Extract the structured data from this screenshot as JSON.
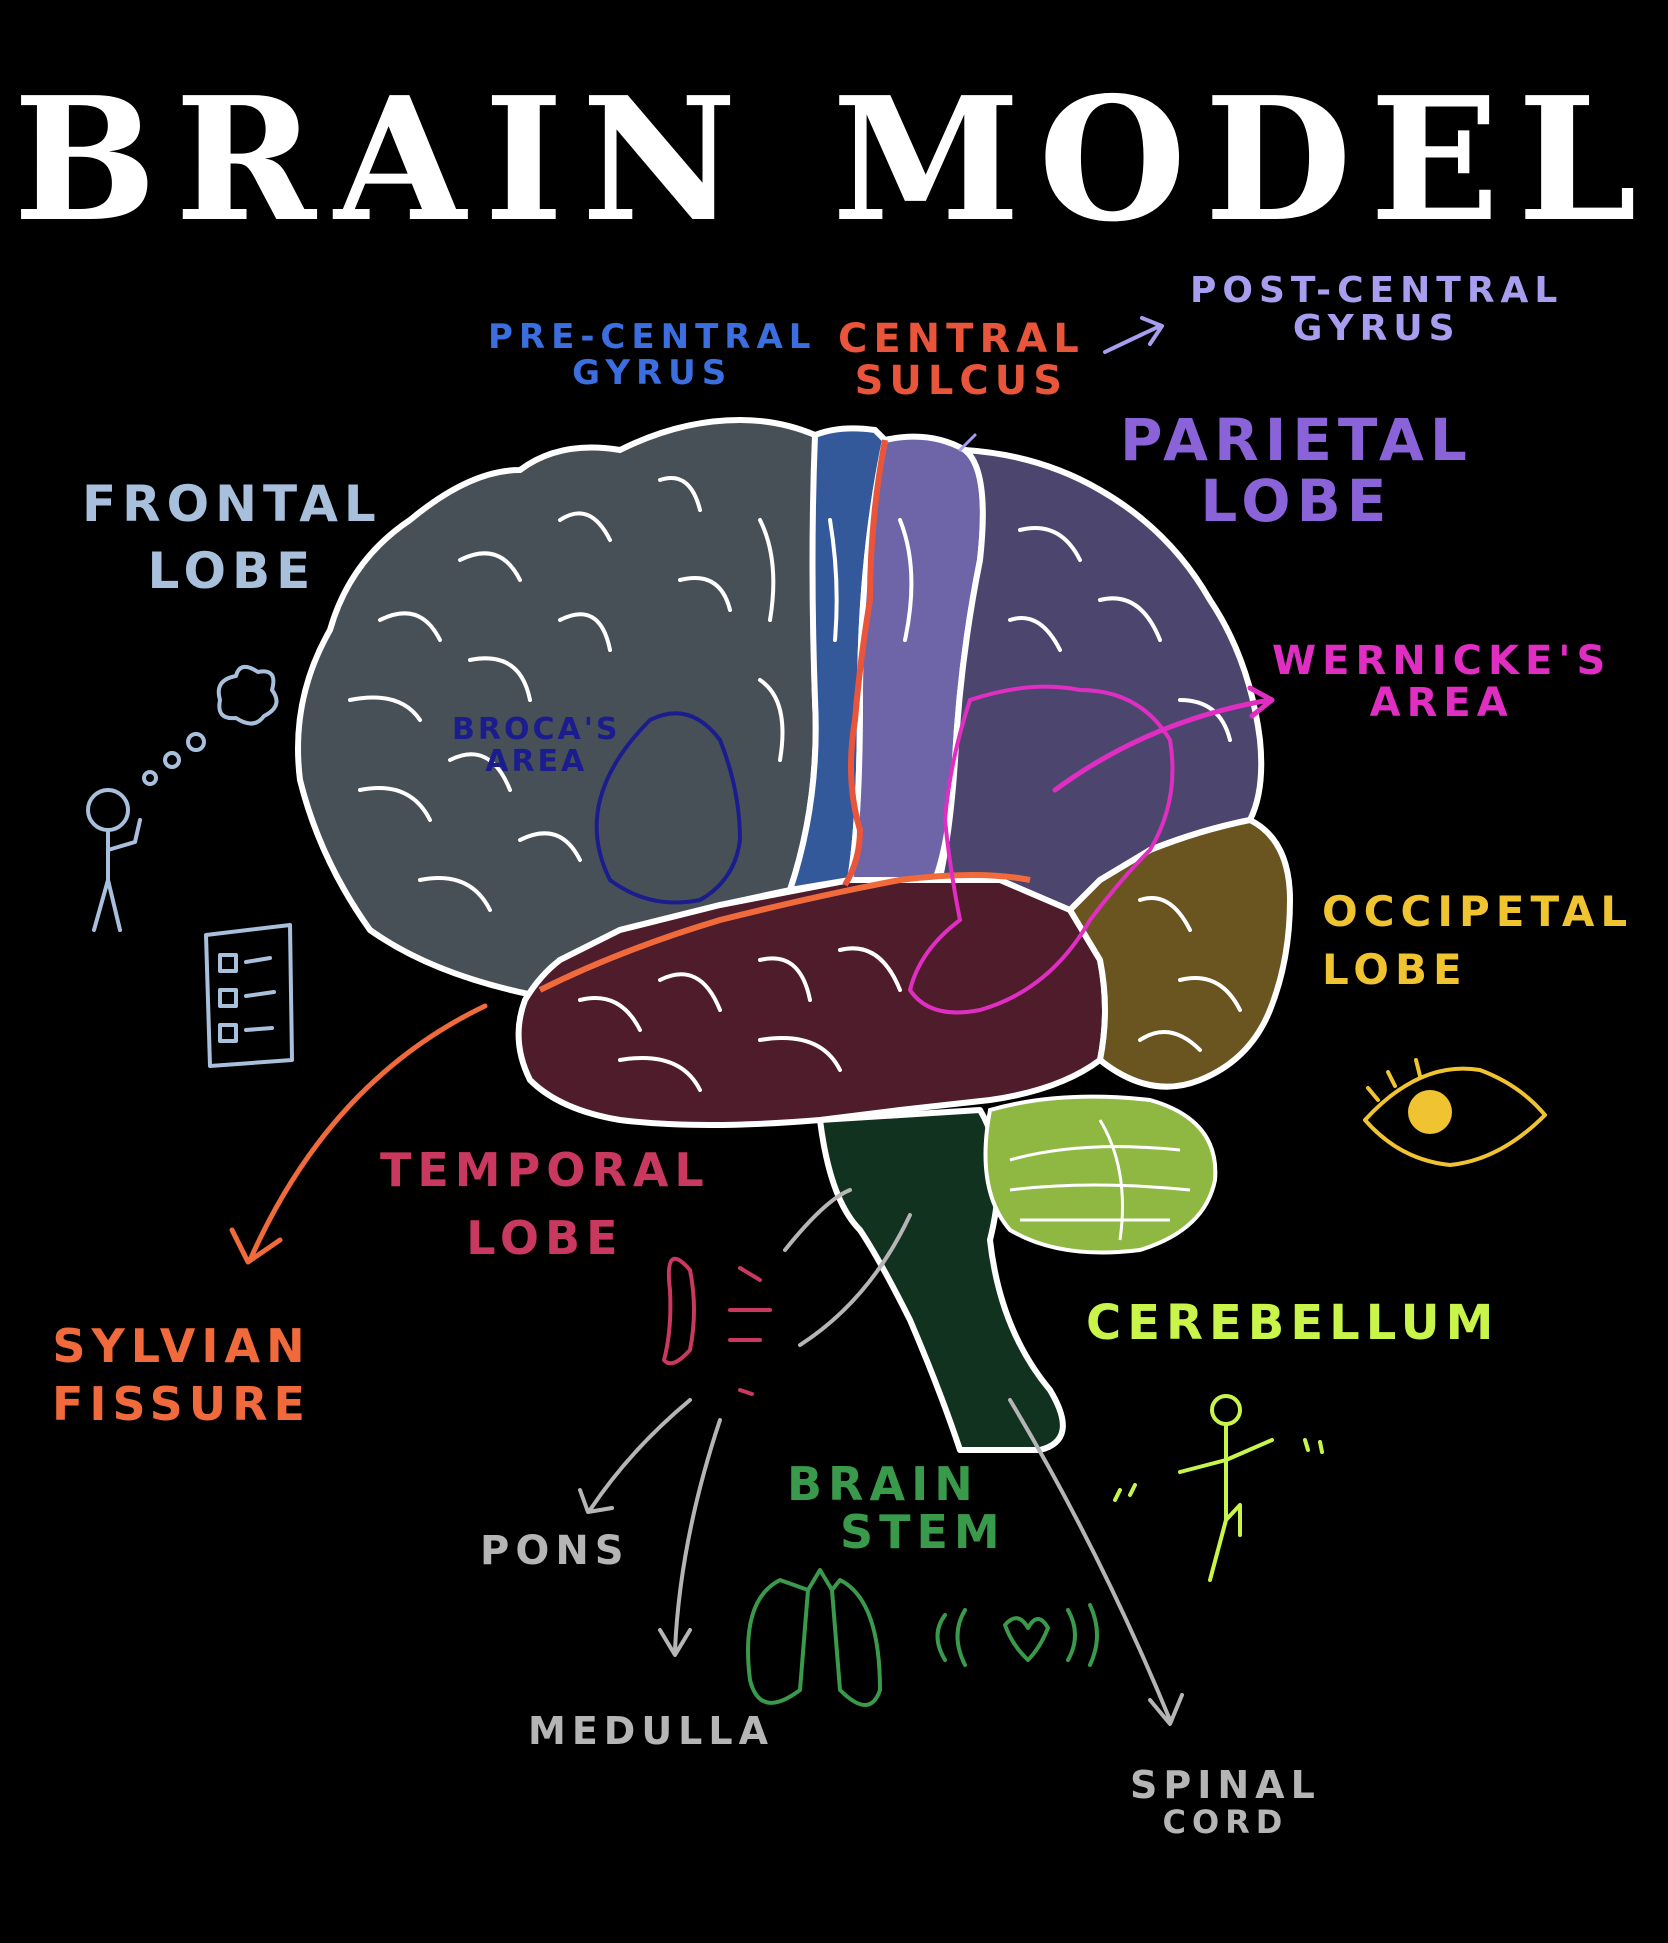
{
  "title": "BRAIN MODEL",
  "labels": {
    "pre_central_gyrus": [
      "PRE-CENTRAL",
      "GYRUS"
    ],
    "central_sulcus": [
      "CENTRAL",
      "SULCUS"
    ],
    "post_central_gyrus": [
      "POST-CENTRAL",
      "GYRUS"
    ],
    "parietal_lobe": [
      "PARIETAL",
      "LOBE"
    ],
    "frontal_lobe": [
      "FRONTAL",
      "LOBE"
    ],
    "wernickes_area": [
      "WERNICKE'S",
      "AREA"
    ],
    "brocas_area": [
      "BROCA'S",
      "AREA"
    ],
    "occipetal_lobe": [
      "OCCIPETAL",
      "LOBE"
    ],
    "temporal_lobe": [
      "TEMPORAL",
      "LOBE"
    ],
    "sylvian_fissure": [
      "SYLVIAN",
      "FISSURE"
    ],
    "cerebellum": "CEREBELLUM",
    "brain_stem": [
      "BRAIN",
      "STEM"
    ],
    "pons": "PONS",
    "medulla": "MEDULLA",
    "spinal_cord": [
      "SPINAL",
      "CORD"
    ]
  },
  "colors": {
    "background": "#000000",
    "outline": "#ffffff",
    "frontal": "#485057",
    "precentral": "#34599a",
    "postcentral": "#6e64a8",
    "parietal": "#4c466f",
    "temporal": "#4e1c2a",
    "occipital": "#6a5520",
    "cerebellum": "#8fb843",
    "brainstem": "#123220",
    "frontal_label": "#a9c0dc",
    "precentral_label": "#3b6fe0",
    "central_label": "#e9553a",
    "postcentral_label": "#a79ef0",
    "parietal_label": "#8a63d8",
    "wernicke_label": "#e02ec3",
    "broca_label": "#1b1d8f",
    "occipital_label": "#f0c330",
    "temporal_label": "#c8385f",
    "sylvian_label": "#f06a3c",
    "cerebellum_label": "#c9f54a",
    "brainstem_label": "#3a9a4c",
    "gray_label": "#b5b5b5"
  },
  "icons": [
    "thought-figure-icon",
    "checklist-icon",
    "eye-icon",
    "ear-icon",
    "lungs-icon",
    "heartbeat-icon",
    "balance-figure-icon"
  ]
}
